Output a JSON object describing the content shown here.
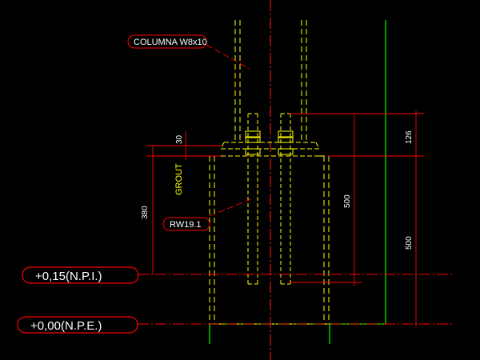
{
  "drawing": {
    "column_label": "COLUMNA W8x10",
    "weld_label": "RW19.1",
    "grout_label": "GROUT",
    "level_npi": "+0,15(N.P.I.)",
    "level_npe": "+0,00(N.P.E.)",
    "dim_30": "30",
    "dim_380": "380",
    "dim_500_inner": "500",
    "dim_126": "126",
    "dim_500_outer": "500"
  },
  "colors": {
    "background": "#000000",
    "steel_yellow": "#ffff00",
    "dimension_red": "#ff0000",
    "axis_red": "#ff2020",
    "edge_green": "#00ff00",
    "label_white": "#ffffff"
  }
}
